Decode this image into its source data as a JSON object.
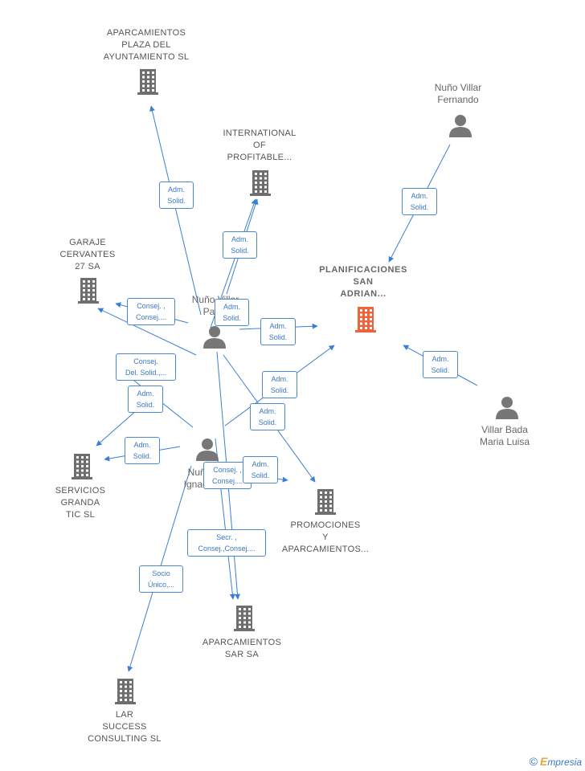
{
  "colors": {
    "edge": "#3a7fd5",
    "company": "#6e6e6e",
    "main_company": "#f0623a",
    "person": "#777777"
  },
  "companies": [
    {
      "id": "aparc_plaza",
      "lines": [
        "APARCAMIENTOS",
        "PLAZA DEL",
        "AYUNTAMIENTO SL"
      ],
      "main": false
    },
    {
      "id": "international",
      "lines": [
        "INTERNATIONAL",
        "OF",
        "PROFITABLE..."
      ],
      "main": false
    },
    {
      "id": "garaje",
      "lines": [
        "GARAJE",
        "CERVANTES",
        "27 SA"
      ],
      "main": false
    },
    {
      "id": "planificaciones",
      "lines": [
        "PLANIFICACIONES",
        "SAN",
        "ADRIAN..."
      ],
      "main": true
    },
    {
      "id": "servicios",
      "lines": [
        "SERVICIOS",
        "GRANDA",
        "TIC SL"
      ],
      "main": false
    },
    {
      "id": "promociones",
      "lines": [
        "PROMOCIONES",
        "Y",
        "APARCAMIENTOS..."
      ],
      "main": false
    },
    {
      "id": "aparc_sar",
      "lines": [
        "APARCAMIENTOS",
        "SAR SA"
      ],
      "main": false
    },
    {
      "id": "lar",
      "lines": [
        "LAR",
        "SUCCESS",
        "CONSULTING SL"
      ],
      "main": false
    }
  ],
  "persons": [
    {
      "id": "nuno_fernando",
      "lines": [
        "Nuño Villar",
        "Fernando"
      ]
    },
    {
      "id": "nuno_pablo",
      "lines": [
        "Nuño Villar",
        "Pablo"
      ]
    },
    {
      "id": "nuno_ignacio",
      "lines": [
        "Nuño",
        "Ignacio"
      ]
    },
    {
      "id": "villar_bada",
      "lines": [
        "Villar Bada",
        "Maria Luisa"
      ]
    }
  ],
  "relations": [
    {
      "id": "r1",
      "lines": [
        "Adm.",
        "Solid."
      ]
    },
    {
      "id": "r2",
      "lines": [
        "Adm.",
        "Solid."
      ]
    },
    {
      "id": "r3",
      "lines": [
        "Adm.",
        "Solid."
      ]
    },
    {
      "id": "r4",
      "lines": [
        "Consej. ,",
        "Consej...."
      ]
    },
    {
      "id": "r5",
      "lines": [
        "Adm.",
        "Solid."
      ]
    },
    {
      "id": "r6",
      "lines": [
        "Adm.",
        "Solid."
      ]
    },
    {
      "id": "r7",
      "lines": [
        "Consej.",
        "Del. Solid.,..."
      ]
    },
    {
      "id": "r8",
      "lines": [
        "Adm.",
        "Solid."
      ]
    },
    {
      "id": "r9",
      "lines": [
        "Adm.",
        "Solid."
      ]
    },
    {
      "id": "r10",
      "lines": [
        "Adm.",
        "Solid."
      ]
    },
    {
      "id": "r11",
      "lines": [
        "Adm.",
        "Solid."
      ]
    },
    {
      "id": "r12",
      "lines": [
        "Adm.",
        "Solid."
      ]
    },
    {
      "id": "r13",
      "lines": [
        "Consej. ,",
        "Consej...."
      ]
    },
    {
      "id": "r14",
      "lines": [
        "Adm.",
        "Solid."
      ]
    },
    {
      "id": "r15",
      "lines": [
        "Secr. ,",
        "Consej.,Consej...."
      ]
    },
    {
      "id": "r16",
      "lines": [
        "Socio",
        "Único,..."
      ]
    }
  ],
  "brand": {
    "copyright": "©",
    "initial": "E",
    "name": "mpresia"
  }
}
